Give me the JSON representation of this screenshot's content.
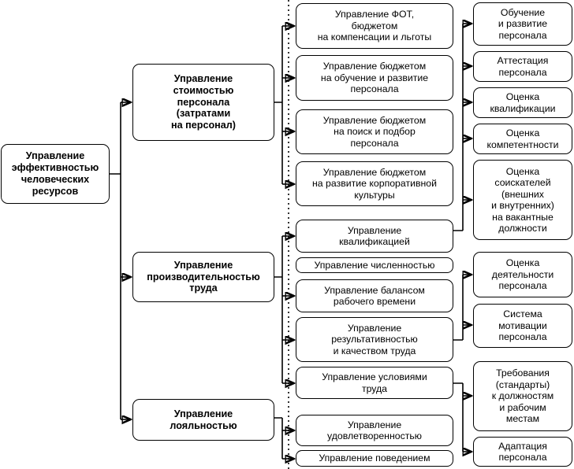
{
  "diagram": {
    "root": {
      "label": "Управление\nэффективностью\nчеловеческих\nресурсов"
    },
    "level2": [
      {
        "label": "Управление\nстоимостью\nперсонала\n(затратами\nна персонал)"
      },
      {
        "label": "Управление\nпроизводительностью\nтруда"
      },
      {
        "label": "Управление\nлояльностью"
      }
    ],
    "level3": [
      {
        "label": "Управление ФОТ,\nбюджетом\nна компенсации и льготы"
      },
      {
        "label": "Управление бюджетом\nна обучение и развитие\nперсонала"
      },
      {
        "label": "Управление бюджетом\nна поиск и подбор\nперсонала"
      },
      {
        "label": "Управление бюджетом\nна развитие корпоративной\nкультуры"
      },
      {
        "label": "Управление\nквалификацией"
      },
      {
        "label": "Управление численностью"
      },
      {
        "label": "Управление балансом\nрабочего времени"
      },
      {
        "label": "Управление\nрезультативностью\nи качеством труда"
      },
      {
        "label": "Управление условиями\nтруда"
      },
      {
        "label": "Управление\nудовлетворенностью"
      },
      {
        "label": "Управление поведением"
      }
    ],
    "level4": [
      {
        "label": "Обучение\nи развитие\nперсонала"
      },
      {
        "label": "Аттестация\nперсонала"
      },
      {
        "label": "Оценка\nквалификации"
      },
      {
        "label": "Оценка\nкомпетентности"
      },
      {
        "label": "Оценка\nсоискателей\n(внешних\nи внутренних)\nна вакантные\nдолжности"
      },
      {
        "label": "Оценка\nдеятельности\nперсонала"
      },
      {
        "label": "Система\nмотивации\nперсонала"
      },
      {
        "label": "Требования\n(стандарты)\nк должностям\nи рабочим\nместам"
      },
      {
        "label": "Адаптация\nперсонала"
      }
    ],
    "colors": {
      "line": "#000000",
      "box_fill": "#ffffff",
      "box_border": "#000000"
    }
  }
}
